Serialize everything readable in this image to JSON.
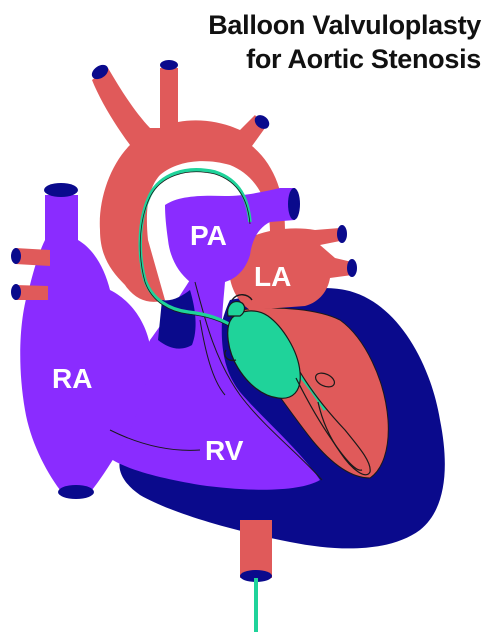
{
  "title": {
    "line1": "Balloon Valvuloplasty",
    "line2": "for Aortic Stenosis"
  },
  "labels": {
    "pa": "PA",
    "la": "LA",
    "ra": "RA",
    "rv": "RV"
  },
  "colors": {
    "arterial_red": "#e05a5a",
    "venous_purple": "#8a2cff",
    "myocardium_navy": "#0a0a8c",
    "balloon_green": "#1fd39a",
    "outline": "#1a1a1a",
    "background": "#ffffff"
  }
}
